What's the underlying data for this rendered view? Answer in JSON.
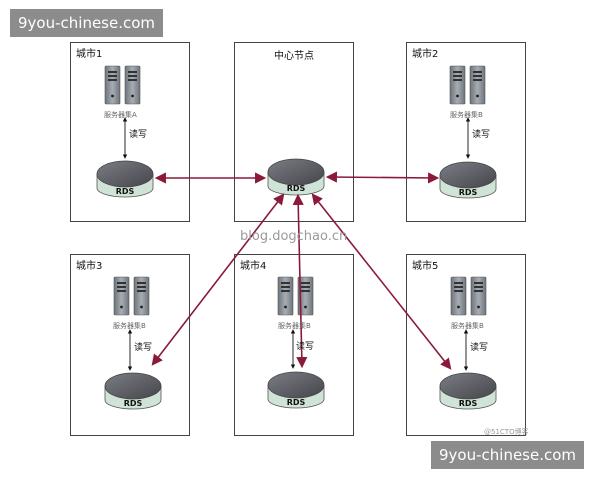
{
  "watermark_top": "9you-chinese.com",
  "watermark_bottom": "9you-chinese.com",
  "blog_watermark": "blog.dogchao.cn",
  "corner_credit": "@51CTO博客",
  "center": {
    "title": "中心节点",
    "rds": "RDS"
  },
  "cities": [
    {
      "title": "城市1",
      "server_label": "服务器集A",
      "rw": "读写",
      "rds": "RDS"
    },
    {
      "title": "城市2",
      "server_label": "服务器集B",
      "rw": "读写",
      "rds": "RDS"
    },
    {
      "title": "城市3",
      "server_label": "服务器集B",
      "rw": "读写",
      "rds": "RDS"
    },
    {
      "title": "城市4",
      "server_label": "服务器集B",
      "rw": "读写",
      "rds": "RDS"
    },
    {
      "title": "城市5",
      "server_label": "服务器集B",
      "rw": "读写",
      "rds": "RDS"
    }
  ],
  "colors": {
    "sync_arrow": "#8b1a3a",
    "rds_fill": "#5f6066",
    "rds_base": "#cfe3d6",
    "box_border": "#444444"
  }
}
